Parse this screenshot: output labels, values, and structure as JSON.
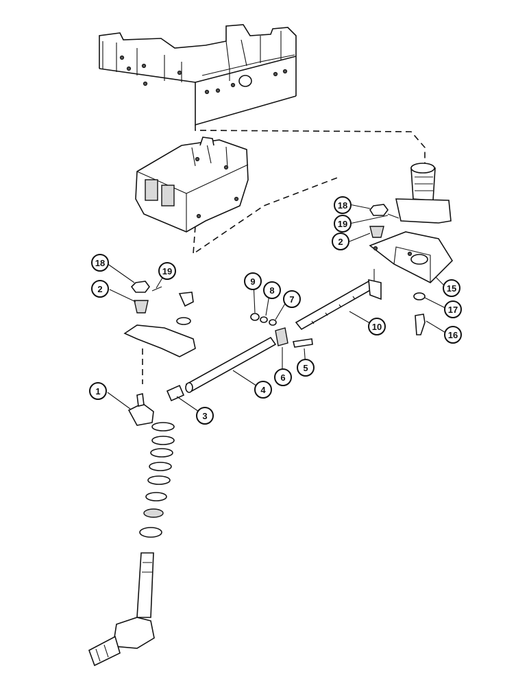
{
  "diagram": {
    "callouts": [
      {
        "id": "c1",
        "label": "1"
      },
      {
        "id": "c2a",
        "label": "2"
      },
      {
        "id": "c2b",
        "label": "2"
      },
      {
        "id": "c3",
        "label": "3"
      },
      {
        "id": "c4",
        "label": "4"
      },
      {
        "id": "c5",
        "label": "5"
      },
      {
        "id": "c6",
        "label": "6"
      },
      {
        "id": "c7",
        "label": "7"
      },
      {
        "id": "c8",
        "label": "8"
      },
      {
        "id": "c9",
        "label": "9"
      },
      {
        "id": "c10",
        "label": "10"
      },
      {
        "id": "c15",
        "label": "15"
      },
      {
        "id": "c16",
        "label": "16"
      },
      {
        "id": "c17",
        "label": "17"
      },
      {
        "id": "c18a",
        "label": "18"
      },
      {
        "id": "c18b",
        "label": "18"
      },
      {
        "id": "c19a",
        "label": "19"
      },
      {
        "id": "c19b",
        "label": "19"
      }
    ]
  }
}
